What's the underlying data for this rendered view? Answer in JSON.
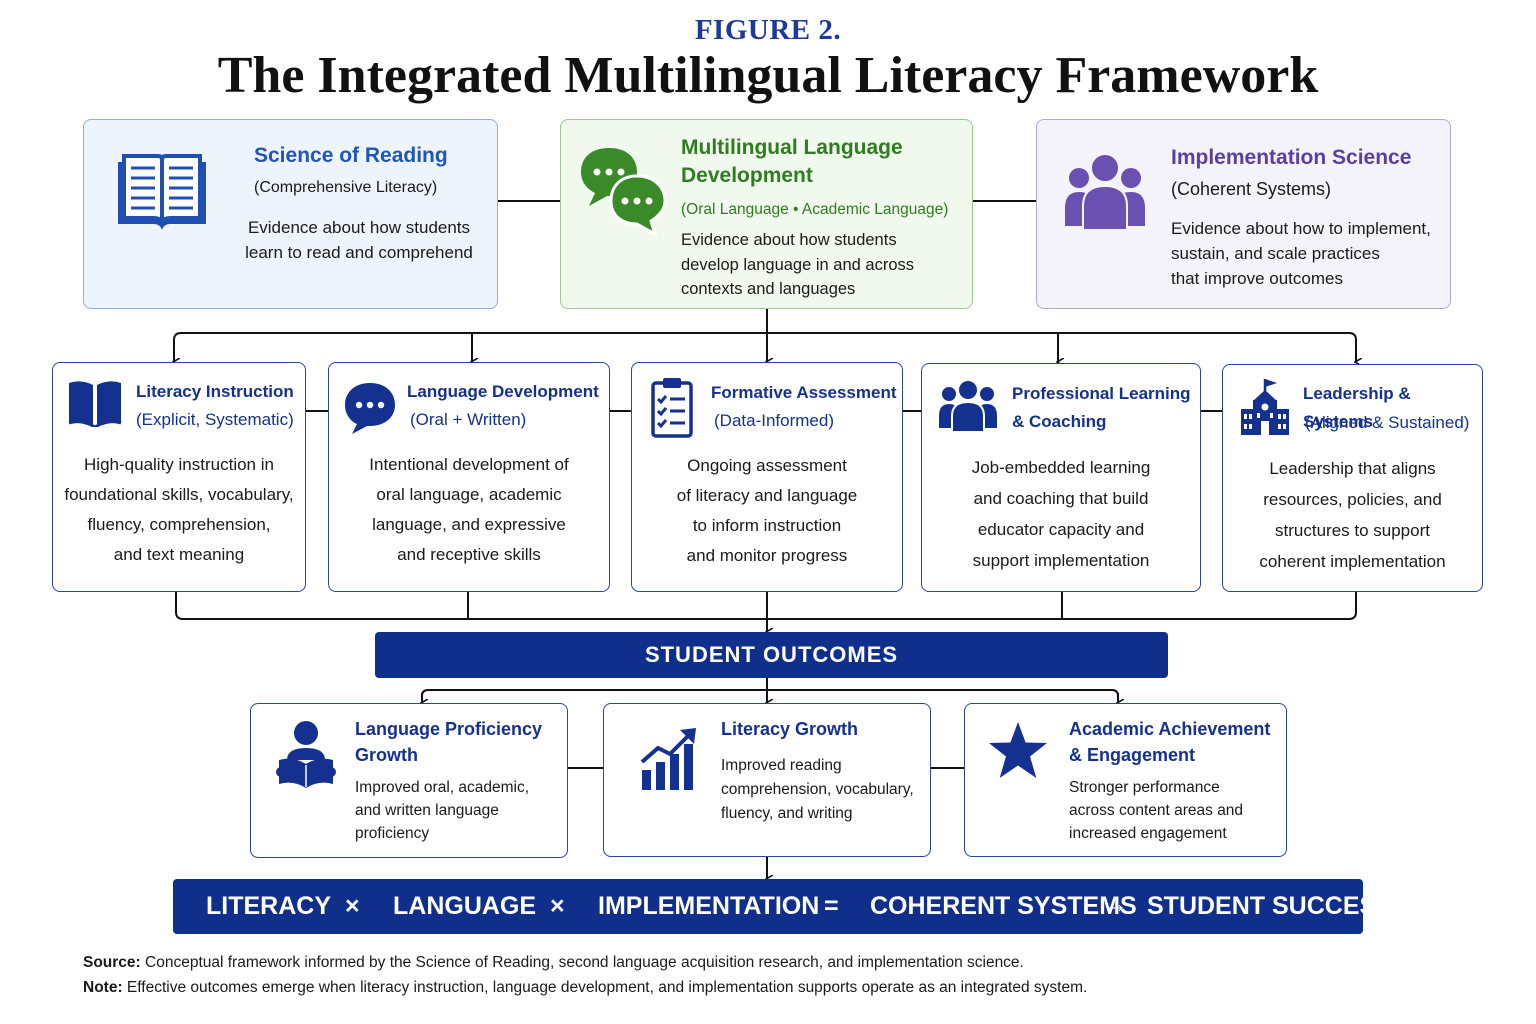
{
  "figure_label": "FIGURE 2.",
  "title": "The Integrated Multilingual Literacy Framework",
  "colors": {
    "navy": "#0f2f8a",
    "blue_title": "#1b3a9a",
    "science_title": "#1f56b8",
    "green_title": "#2e7d1f",
    "purple_title": "#5a3fa3",
    "purple_icon": "#6a50b0",
    "green_icon": "#3a8a2a"
  },
  "foundations": [
    {
      "icon": "open-book-icon",
      "title": "Science of Reading",
      "subtitle": "(Comprehensive Literacy)",
      "body": [
        "Evidence about how students",
        "learn to read and comprehend"
      ]
    },
    {
      "icon": "chat-bubbles-icon",
      "title": [
        "Multilingual Language",
        "Development"
      ],
      "subtitle": "(Oral Language • Academic Language)",
      "body": [
        "Evidence about how students",
        "develop language in and across",
        "contexts and languages"
      ]
    },
    {
      "icon": "people-group-icon",
      "title": "Implementation Science",
      "subtitle": "(Coherent Systems)",
      "body": [
        "Evidence about how to implement,",
        "sustain, and scale practices",
        "that improve outcomes"
      ]
    }
  ],
  "components": [
    {
      "icon": "book-icon",
      "title": "Literacy Instruction",
      "subtitle": "(Explicit, Systematic)",
      "body": [
        "High-quality instruction in",
        "foundational skills, vocabulary,",
        "fluency, comprehension,",
        "and text meaning"
      ]
    },
    {
      "icon": "speech-bubble-icon",
      "title": "Language Development",
      "subtitle": "(Oral + Written)",
      "body": [
        "Intentional development of",
        "oral language, academic",
        "language, and expressive",
        "and receptive skills"
      ]
    },
    {
      "icon": "clipboard-checklist-icon",
      "title": "Formative Assessment",
      "subtitle": "(Data-Informed)",
      "body": [
        "Ongoing assessment",
        "of literacy and language",
        "to inform instruction",
        "and monitor progress"
      ]
    },
    {
      "icon": "people-icon",
      "title": [
        "Professional Learning",
        "& Coaching"
      ],
      "subtitle": "",
      "body": [
        "Job-embedded learning",
        "and coaching that build",
        "educator capacity and",
        "support implementation"
      ]
    },
    {
      "icon": "school-building-icon",
      "title": "Leadership & Systems",
      "subtitle": "(Aligned & Sustained)",
      "body": [
        "Leadership that aligns",
        "resources, policies, and",
        "structures to support",
        "coherent implementation"
      ]
    }
  ],
  "outcomes_header": "STUDENT OUTCOMES",
  "outcomes": [
    {
      "icon": "student-reading-icon",
      "title": [
        "Language Proficiency",
        "Growth"
      ],
      "body": [
        "Improved oral, academic,",
        "and written language",
        "proficiency"
      ]
    },
    {
      "icon": "growth-chart-icon",
      "title": [
        "Literacy Growth"
      ],
      "body": [
        "Improved reading",
        "comprehension, vocabulary,",
        "fluency, and writing"
      ]
    },
    {
      "icon": "star-icon",
      "title": [
        "Academic Achievement",
        "& Engagement"
      ],
      "body": [
        "Stronger performance",
        "across content areas and",
        "increased engagement"
      ]
    }
  ],
  "formula": {
    "literacy": "LITERACY",
    "times1": "×",
    "language": "LANGUAGE",
    "times2": "×",
    "implementation": "IMPLEMENTATION",
    "equals": "=",
    "coherent": "COHERENT SYSTEMS",
    "arrow": "→",
    "success": "STUDENT SUCCESS"
  },
  "source_label": "Source:",
  "source_text": " Conceptual framework informed by the Science of Reading, second language acquisition research, and implementation science.",
  "note_label": "Note:",
  "note_text": " Effective outcomes emerge when literacy instruction, language development, and implementation supports operate as an integrated system."
}
